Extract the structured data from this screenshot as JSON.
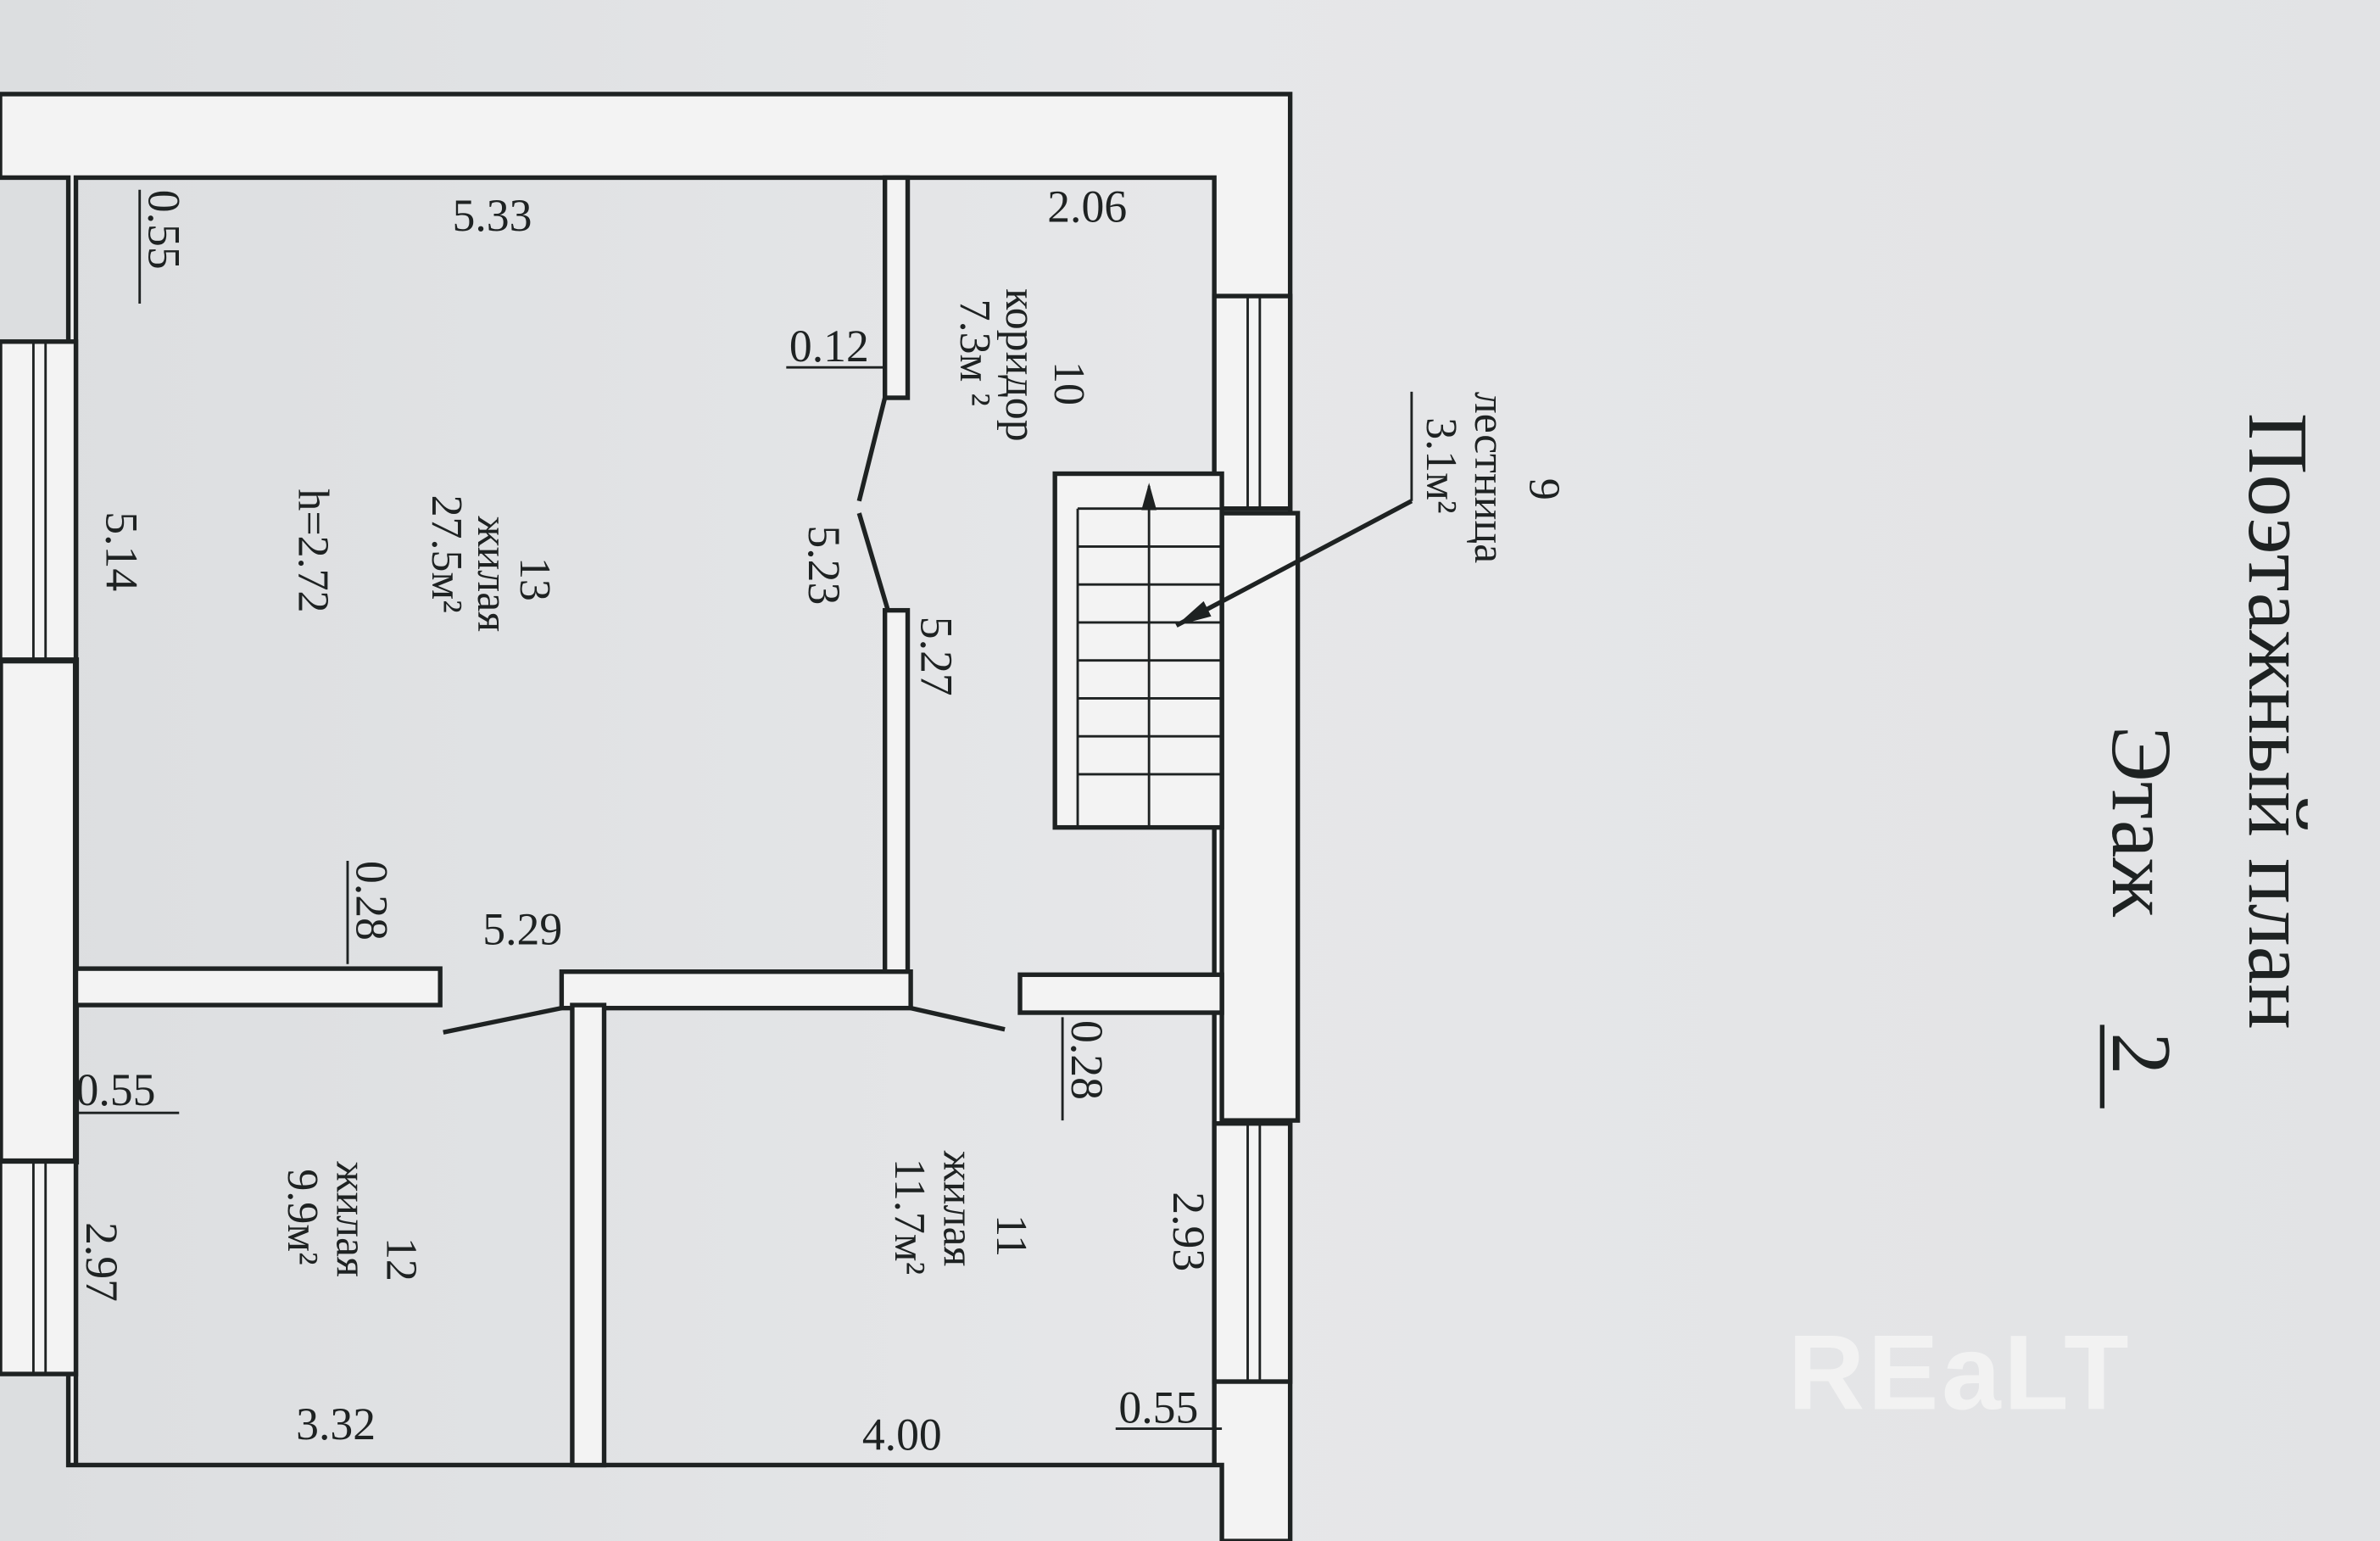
{
  "title": {
    "line1": "Поэтажный план",
    "floor_label": "Этаж",
    "floor_number": "2"
  },
  "watermark": "REaLT",
  "rooms": [
    {
      "number": "13",
      "type": "жилая",
      "area": "27.5м²",
      "height": "h=2.72"
    },
    {
      "number": "10",
      "type": "коридор",
      "area": "7.3м ²"
    },
    {
      "number": "9",
      "type": "лестница",
      "area": "3.1м²"
    },
    {
      "number": "12",
      "type": "жилая",
      "area": "9.9м²"
    },
    {
      "number": "11",
      "type": "жилая",
      "area": "11.7м²"
    }
  ],
  "dimensions": {
    "d533": "5.33",
    "d206": "2.06",
    "d055a": "0.55",
    "d012": "0.12",
    "d514": "5.14",
    "d523": "5.23",
    "d527": "5.27",
    "d028a": "0.28",
    "d529": "5.29",
    "d055b": "0.55",
    "d028b": "0.28",
    "d297": "2.97",
    "d293": "2.93",
    "d332": "3.32",
    "d400": "4.00",
    "d055c": "0.55"
  }
}
